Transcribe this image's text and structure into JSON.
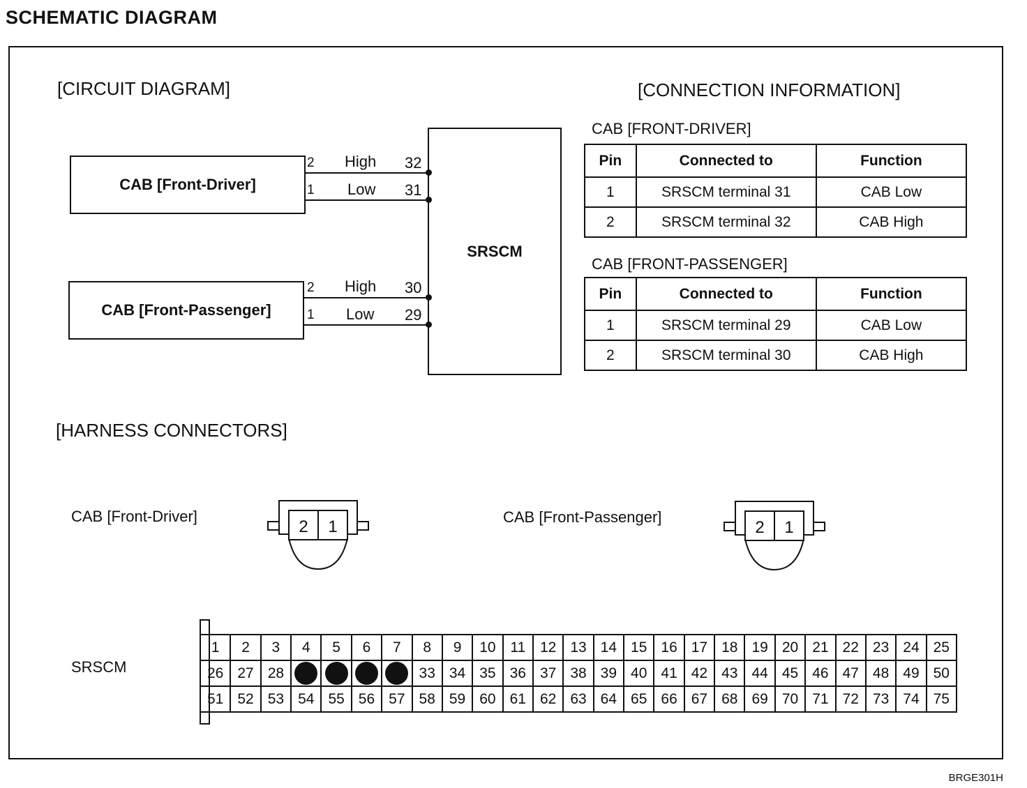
{
  "title": "SCHEMATIC  DIAGRAM",
  "drawing_code": "BRGE301H",
  "circuit": {
    "heading": "[CIRCUIT DIAGRAM]",
    "srscm_label": "SRSCM",
    "components": [
      {
        "label": "CAB [Front-Driver]",
        "wires": [
          {
            "pin": "2",
            "signal": "High",
            "terminal": "32"
          },
          {
            "pin": "1",
            "signal": "Low",
            "terminal": "31"
          }
        ]
      },
      {
        "label": "CAB [Front-Passenger]",
        "wires": [
          {
            "pin": "2",
            "signal": "High",
            "terminal": "30"
          },
          {
            "pin": "1",
            "signal": "Low",
            "terminal": "29"
          }
        ]
      }
    ]
  },
  "connection_info": {
    "heading": "[CONNECTION INFORMATION]",
    "tables": [
      {
        "title": "CAB [FRONT-DRIVER]",
        "headers": [
          "Pin",
          "Connected to",
          "Function"
        ],
        "rows": [
          [
            "1",
            "SRSCM terminal 31",
            "CAB Low"
          ],
          [
            "2",
            "SRSCM terminal 32",
            "CAB High"
          ]
        ]
      },
      {
        "title": "CAB [FRONT-PASSENGER]",
        "headers": [
          "Pin",
          "Connected to",
          "Function"
        ],
        "rows": [
          [
            "1",
            "SRSCM terminal 29",
            "CAB Low"
          ],
          [
            "2",
            "SRSCM terminal 30",
            "CAB High"
          ]
        ]
      }
    ]
  },
  "harness": {
    "heading": "[HARNESS CONNECTORS]",
    "connectors": [
      {
        "label": "CAB [Front-Driver]",
        "pins": [
          "2",
          "1"
        ]
      },
      {
        "label": "CAB [Front-Passenger]",
        "pins": [
          "2",
          "1"
        ]
      }
    ],
    "srscm": {
      "label": "SRSCM",
      "rows": [
        [
          "1",
          "2",
          "3",
          "4",
          "5",
          "6",
          "7",
          "8",
          "9",
          "10",
          "11",
          "12",
          "13",
          "14",
          "15",
          "16",
          "17",
          "18",
          "19",
          "20",
          "21",
          "22",
          "23",
          "24",
          "25"
        ],
        [
          "26",
          "27",
          "28",
          "",
          "",
          "",
          "",
          "33",
          "34",
          "35",
          "36",
          "37",
          "38",
          "39",
          "40",
          "41",
          "42",
          "43",
          "44",
          "45",
          "46",
          "47",
          "48",
          "49",
          "50"
        ],
        [
          "51",
          "52",
          "53",
          "54",
          "55",
          "56",
          "57",
          "58",
          "59",
          "60",
          "61",
          "62",
          "63",
          "64",
          "65",
          "66",
          "67",
          "68",
          "69",
          "70",
          "71",
          "72",
          "73",
          "74",
          "75"
        ]
      ],
      "used_pins_marked": [
        "29",
        "30",
        "31",
        "32"
      ]
    }
  }
}
